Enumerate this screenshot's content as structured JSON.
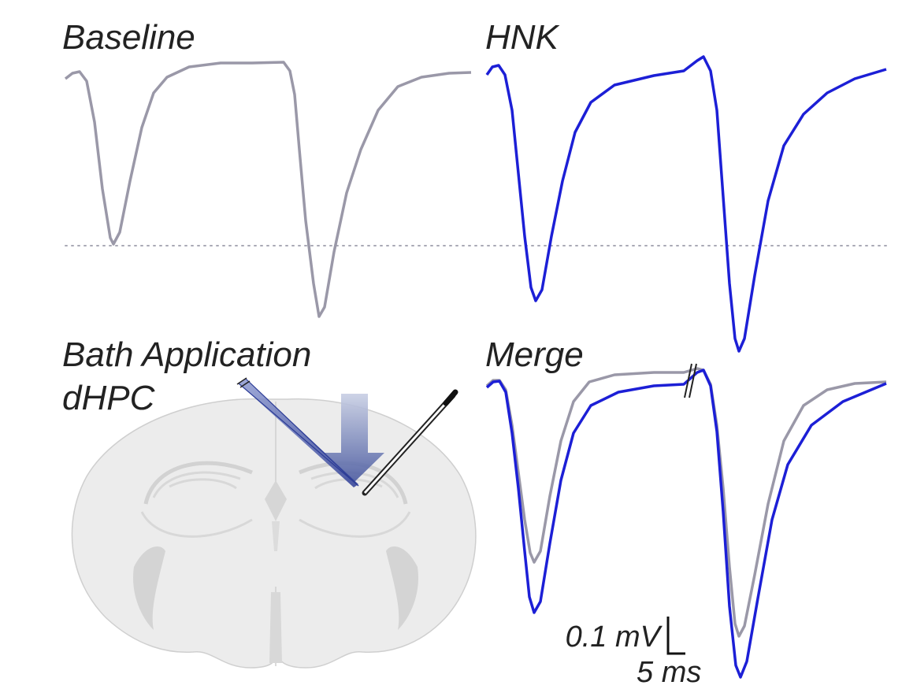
{
  "labels": {
    "baseline": "Baseline",
    "hnk": "HNK",
    "bath_line1": "Bath Application",
    "bath_line2": "dHPC",
    "merge": "Merge"
  },
  "scale_bar": {
    "voltage_label": "0.1 mV",
    "time_label": "5 ms"
  },
  "colors": {
    "baseline_trace": "#9a98a8",
    "hnk_trace": "#1c1fd6",
    "reference_line": "#a9a9b5",
    "brain_fill": "#ececec",
    "brain_stroke": "#cfcfcf",
    "arrow": "#4a5aa0",
    "electrode": "#222222",
    "label_text": "#222222"
  },
  "icons": {
    "brain": "coronal-brain-slice-icon",
    "arrow": "bath-application-arrow-icon",
    "electrode": "recording-electrode-icon",
    "stim_pipette": "stimulating-pipette-icon"
  }
}
